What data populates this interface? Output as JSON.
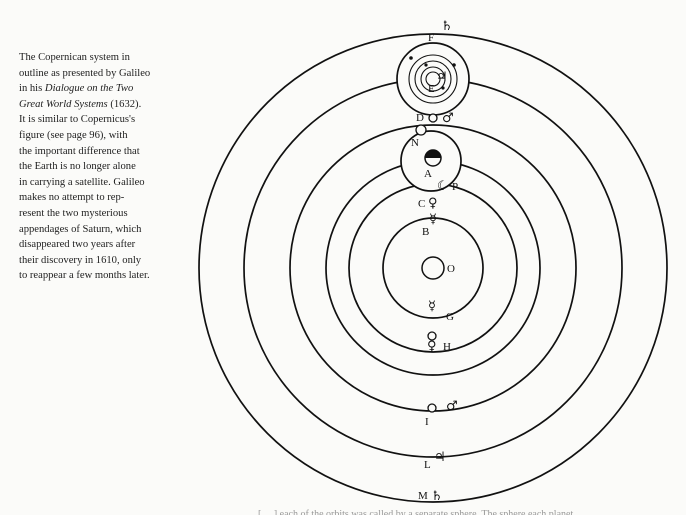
{
  "caption": {
    "lines": [
      "The Copernican system in",
      "outline as presented by Galileo",
      "in his",
      "Dialogue on the Two",
      "Great World Systems",
      "(1632).",
      "It is similar to Copernicus's",
      "figure (see page 96), with",
      "the important difference that",
      "the Earth is no longer alone",
      "in carrying a satellite. Galileo",
      "makes no attempt to rep-",
      "resent the two mysterious",
      "appendages of Saturn, which",
      "disappeared two years after",
      "their discovery in 1610, only",
      "to reappear a few months later."
    ]
  },
  "diagram": {
    "labels": {
      "F": "F",
      "E": "E",
      "D": "D",
      "N": "N",
      "A": "A",
      "P": "P",
      "C": "C",
      "B": "B",
      "O": "O",
      "G": "G",
      "H": "H",
      "I": "I",
      "L": "L",
      "M": "M"
    },
    "symbols": {
      "saturn": "♄",
      "jupiter": "♃",
      "mars": "♂",
      "moon": "☾",
      "venus": "♀",
      "mercury": "☿"
    }
  },
  "footer": {
    "text": "[ ... ] each of the orbits was called by a separate sphere. The sphere each planet ..."
  }
}
